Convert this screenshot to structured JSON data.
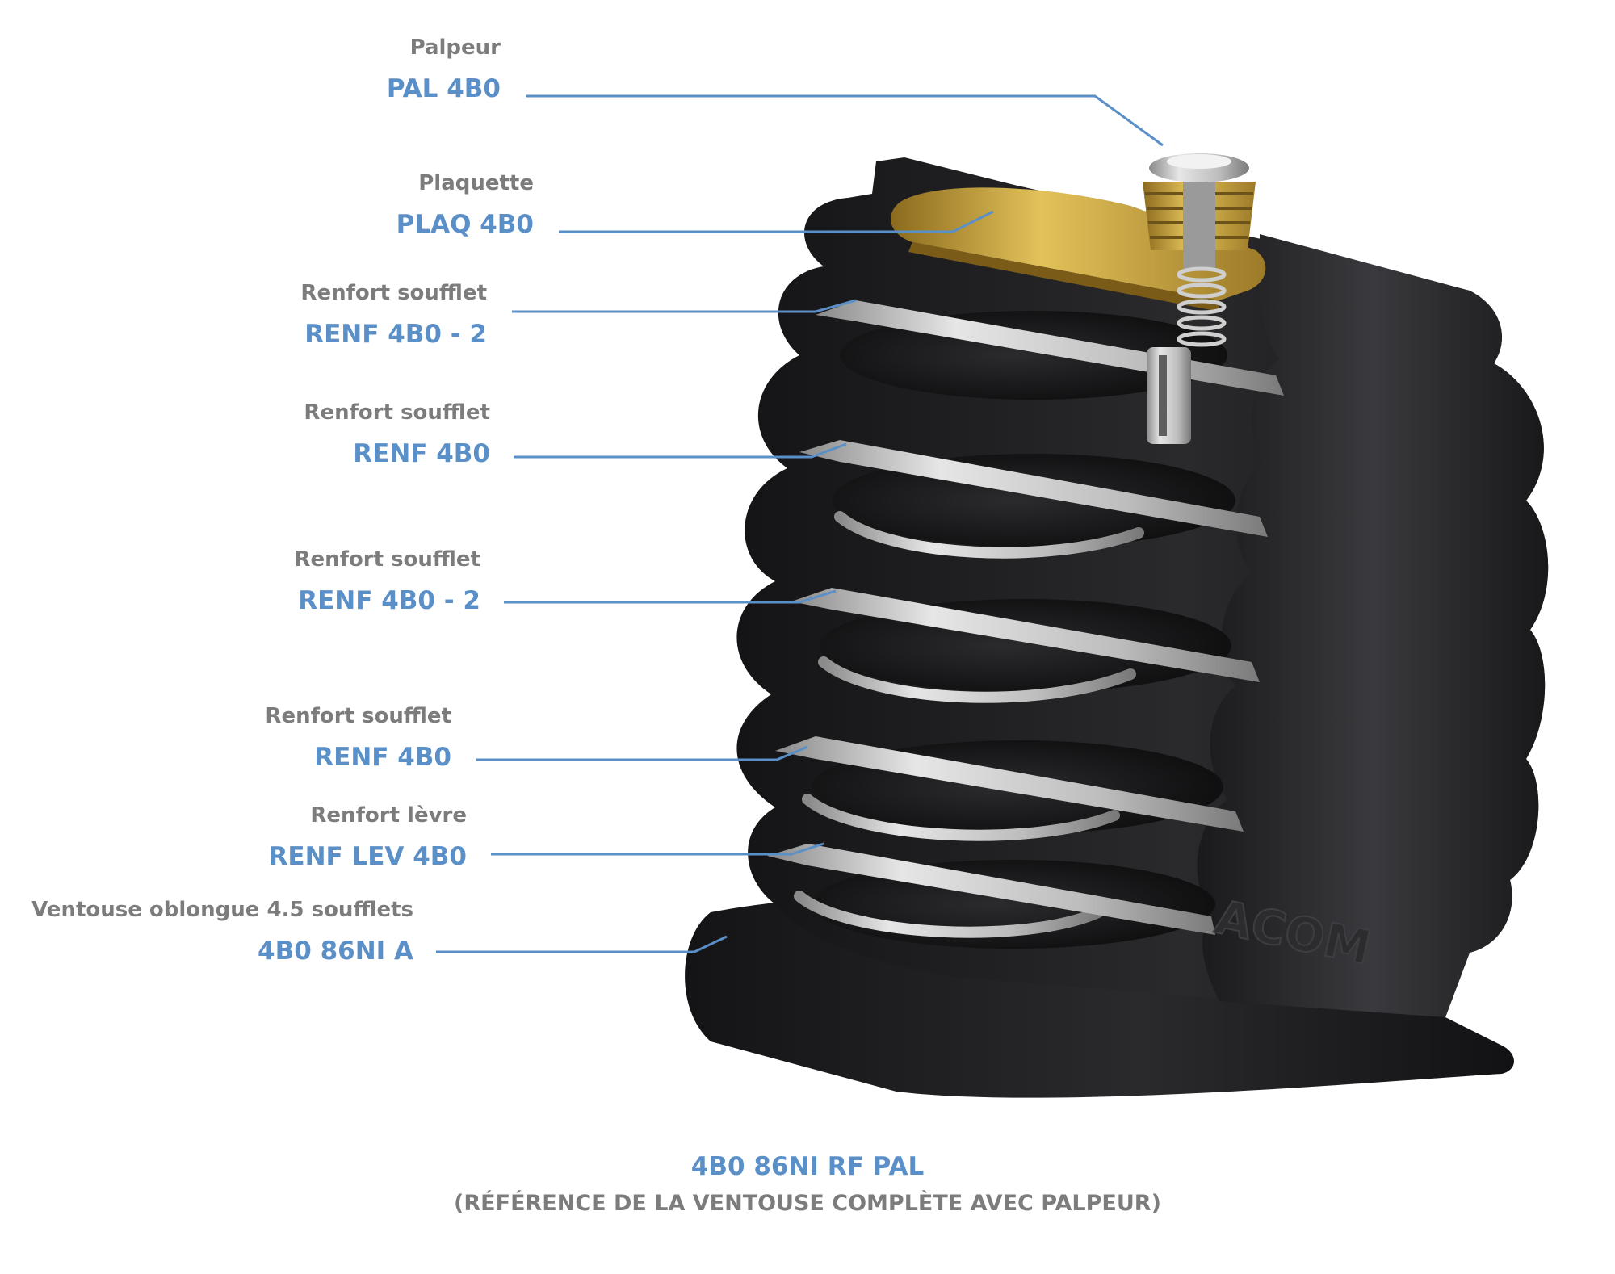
{
  "labels": [
    {
      "name": "Palpeur",
      "ref": "PAL 4B0"
    },
    {
      "name": "Plaquette",
      "ref": "PLAQ 4B0"
    },
    {
      "name": "Renfort soufflet",
      "ref": "RENF 4B0 - 2"
    },
    {
      "name": "Renfort soufflet",
      "ref": "RENF 4B0"
    },
    {
      "name": "Renfort soufflet",
      "ref": "RENF 4B0 - 2"
    },
    {
      "name": "Renfort soufflet",
      "ref": "RENF 4B0"
    },
    {
      "name": "Renfort lèvre",
      "ref": "RENF LEV 4B0"
    },
    {
      "name": "Ventouse oblongue 4.5 soufflets",
      "ref": "4B0 86NI A"
    }
  ],
  "product": {
    "reference": "4B0 86NI RF PAL",
    "description": "(RÉFÉRENCE DE LA VENTOUSE COMPLÈTE AVEC PALPEUR)",
    "body_marking": "ACOM"
  },
  "colors": {
    "label_gray": "#7c7c7c",
    "ref_blue": "#5b8fc7",
    "leader_blue": "#5b8fc7",
    "rubber": "#1f1f21",
    "steel": "#c9c9c9",
    "brass": "#c9a43a"
  }
}
